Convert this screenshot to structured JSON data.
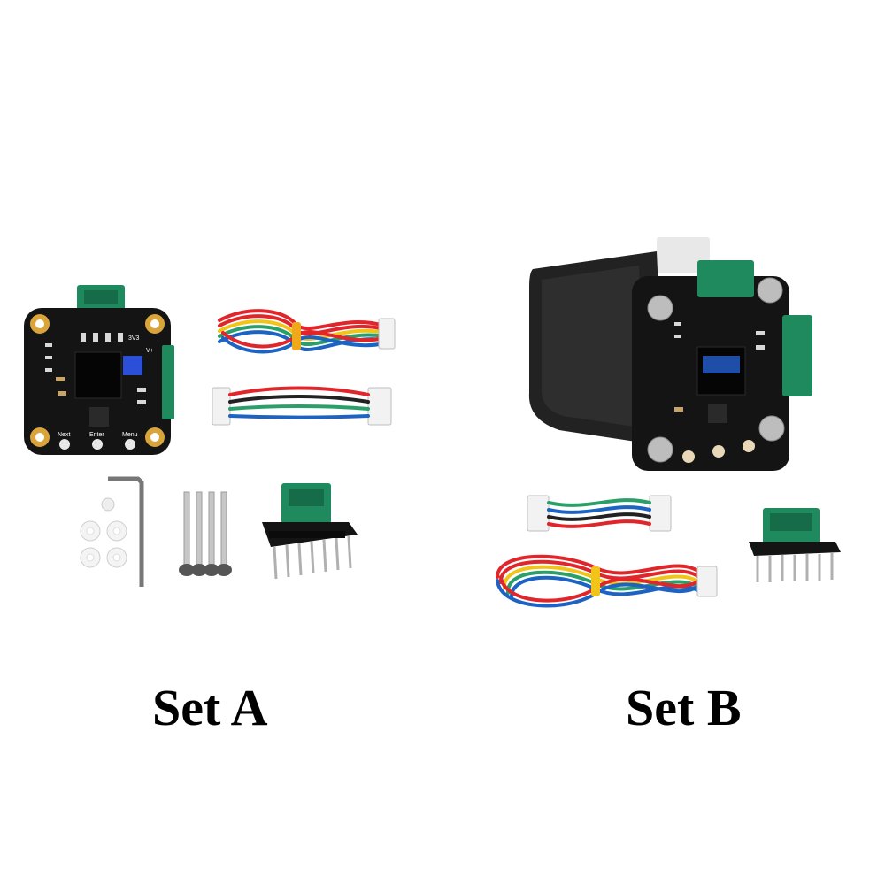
{
  "sets": [
    {
      "label": "Set A",
      "items": [
        "driver-board",
        "cable-long",
        "cable-short",
        "allen-key",
        "washers",
        "screws",
        "adapter-board"
      ],
      "board_silkscreen": [
        "Next",
        "Enter",
        "Menu",
        "3V3",
        "V+"
      ]
    },
    {
      "label": "Set B",
      "items": [
        "stepper-motor-with-board",
        "cable-short",
        "cable-long",
        "adapter-board"
      ]
    }
  ],
  "colors": {
    "background": "#ffffff",
    "label": "#000000",
    "pcb": "#141414",
    "connector": "#1f8a5e",
    "pad": "#d9a53b",
    "oled": "#1f4ea8",
    "wire_red": "#e0262b",
    "wire_blue": "#1d63c4",
    "wire_green": "#2a9f6a",
    "wire_yellow": "#f0c419",
    "wire_black": "#222222"
  }
}
